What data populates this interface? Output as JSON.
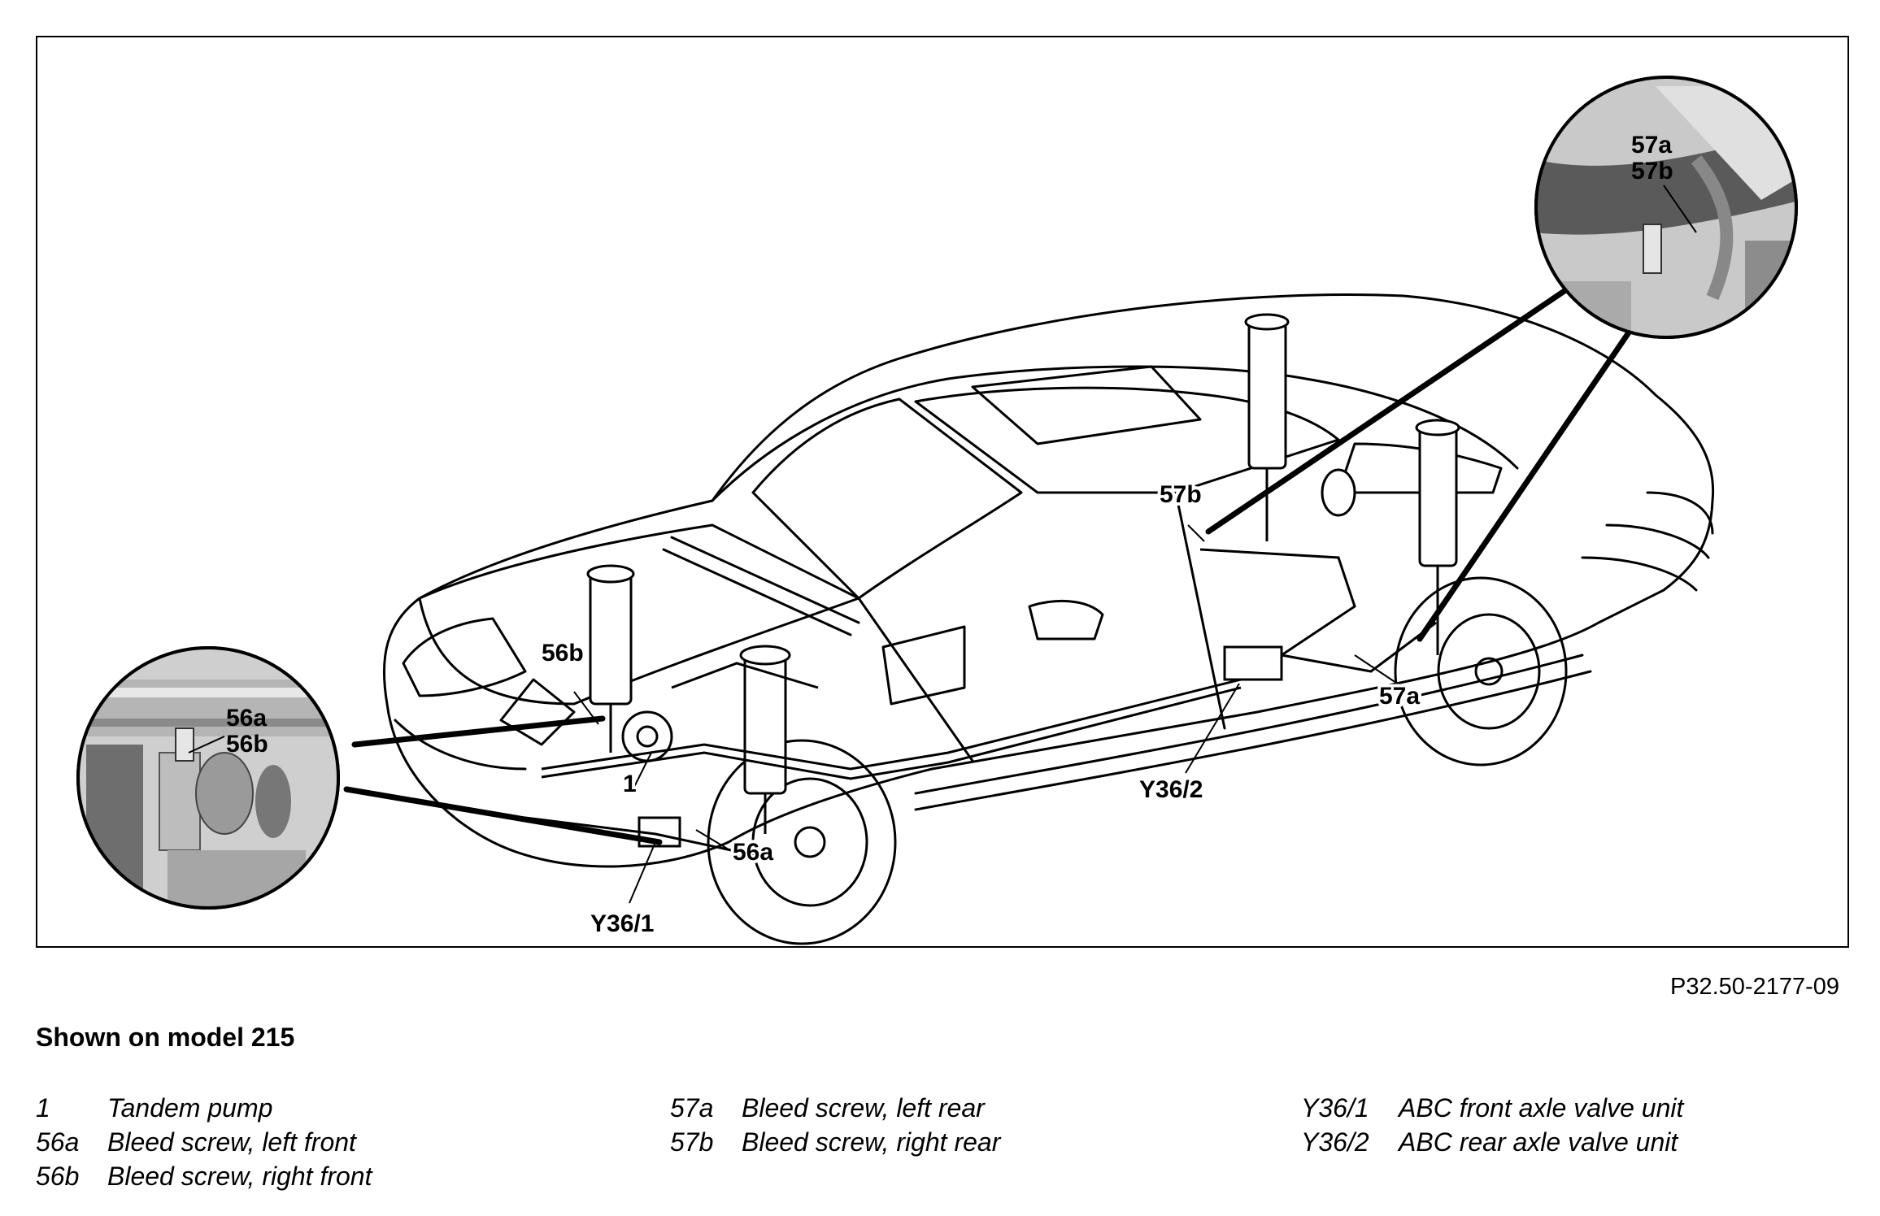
{
  "figure": {
    "code": "P32.50-2177-09",
    "caption": "Shown on model 215",
    "callouts": {
      "pump": "1",
      "bleed_left_front": "56a",
      "bleed_right_front": "56b",
      "bleed_left_rear": "57a",
      "bleed_right_rear": "57b",
      "front_valve": "Y36/1",
      "rear_valve": "Y36/2",
      "detail_front_a": "56a",
      "detail_front_b": "56b",
      "detail_rear_a": "57a",
      "detail_rear_b": "57b"
    }
  },
  "legend": [
    [
      {
        "code": "1",
        "text": "Tandem pump"
      },
      {
        "code": "56a",
        "text": "Bleed screw, left front"
      },
      {
        "code": "56b",
        "text": "Bleed screw, right front"
      }
    ],
    [
      {
        "code": "57a",
        "text": "Bleed screw, left rear"
      },
      {
        "code": "57b",
        "text": "Bleed screw, right rear"
      }
    ],
    [
      {
        "code": "Y36/1",
        "text": "ABC front axle valve unit"
      },
      {
        "code": "Y36/2",
        "text": "ABC rear axle valve unit"
      }
    ]
  ]
}
